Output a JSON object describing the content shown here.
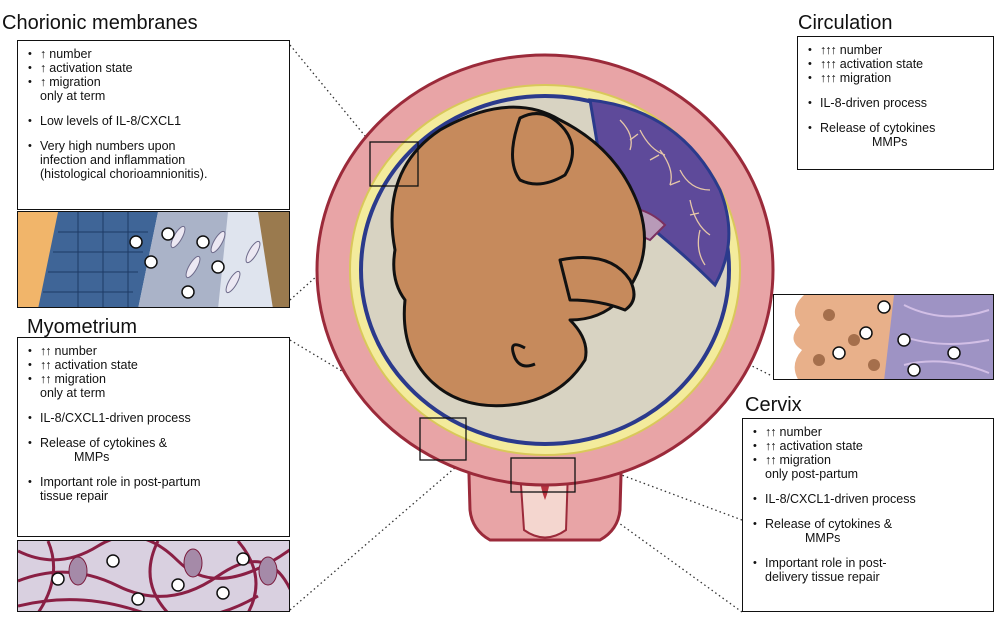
{
  "chorionic": {
    "title": "Chorionic membranes",
    "lines": [
      {
        "arrow": "↑",
        "text": "number"
      },
      {
        "arrow": "↑",
        "text": "activation state"
      },
      {
        "arrow": "↑",
        "text": "migration"
      }
    ],
    "cont": "only at term",
    "b1": "Low levels of IL-8/CXCL1",
    "b2a": "Very high numbers upon",
    "b2b": "infection and inflammation",
    "b2c": "(histological chorioamnionitis)."
  },
  "myometrium": {
    "title": "Myometrium",
    "lines": [
      {
        "arrow": "↑↑",
        "text": "number"
      },
      {
        "arrow": "↑↑",
        "text": "activation state"
      },
      {
        "arrow": "↑↑",
        "text": "migration"
      }
    ],
    "cont": "only at term",
    "b1": "IL-8/CXCL1-driven process",
    "b2a": "Release of cytokines &",
    "b2b": "MMPs",
    "b3a": "Important role in post-partum",
    "b3b": "tissue repair"
  },
  "circulation": {
    "title": "Circulation",
    "lines": [
      {
        "arrow": "↑↑↑",
        "text": "number"
      },
      {
        "arrow": "↑↑↑",
        "text": "activation state"
      },
      {
        "arrow": "↑↑↑",
        "text": "migration"
      }
    ],
    "b1": "IL-8-driven process",
    "b2a": "Release of cytokines",
    "b2b": "MMPs"
  },
  "cervix": {
    "title": "Cervix",
    "lines": [
      {
        "arrow": "↑↑",
        "text": "number"
      },
      {
        "arrow": "↑↑",
        "text": "activation state"
      },
      {
        "arrow": "↑↑",
        "text": "migration"
      }
    ],
    "cont": "only post-partum",
    "b1": "IL-8/CXCL1-driven process",
    "b2a": "Release of cytokines &",
    "b2b": "MMPs",
    "b3a": "Important role in post-",
    "b3b": "delivery tissue repair"
  },
  "colors": {
    "uterus_wall": "#e8a4a6",
    "uterus_edge": "#9b2a3a",
    "fetus": "#c68a5c",
    "amnion_blue": "#2b3a8c",
    "membrane_yellow": "#f3eb9c",
    "amniotic_fluid": "#d8d3c2",
    "placenta": "#5e4a9a"
  }
}
